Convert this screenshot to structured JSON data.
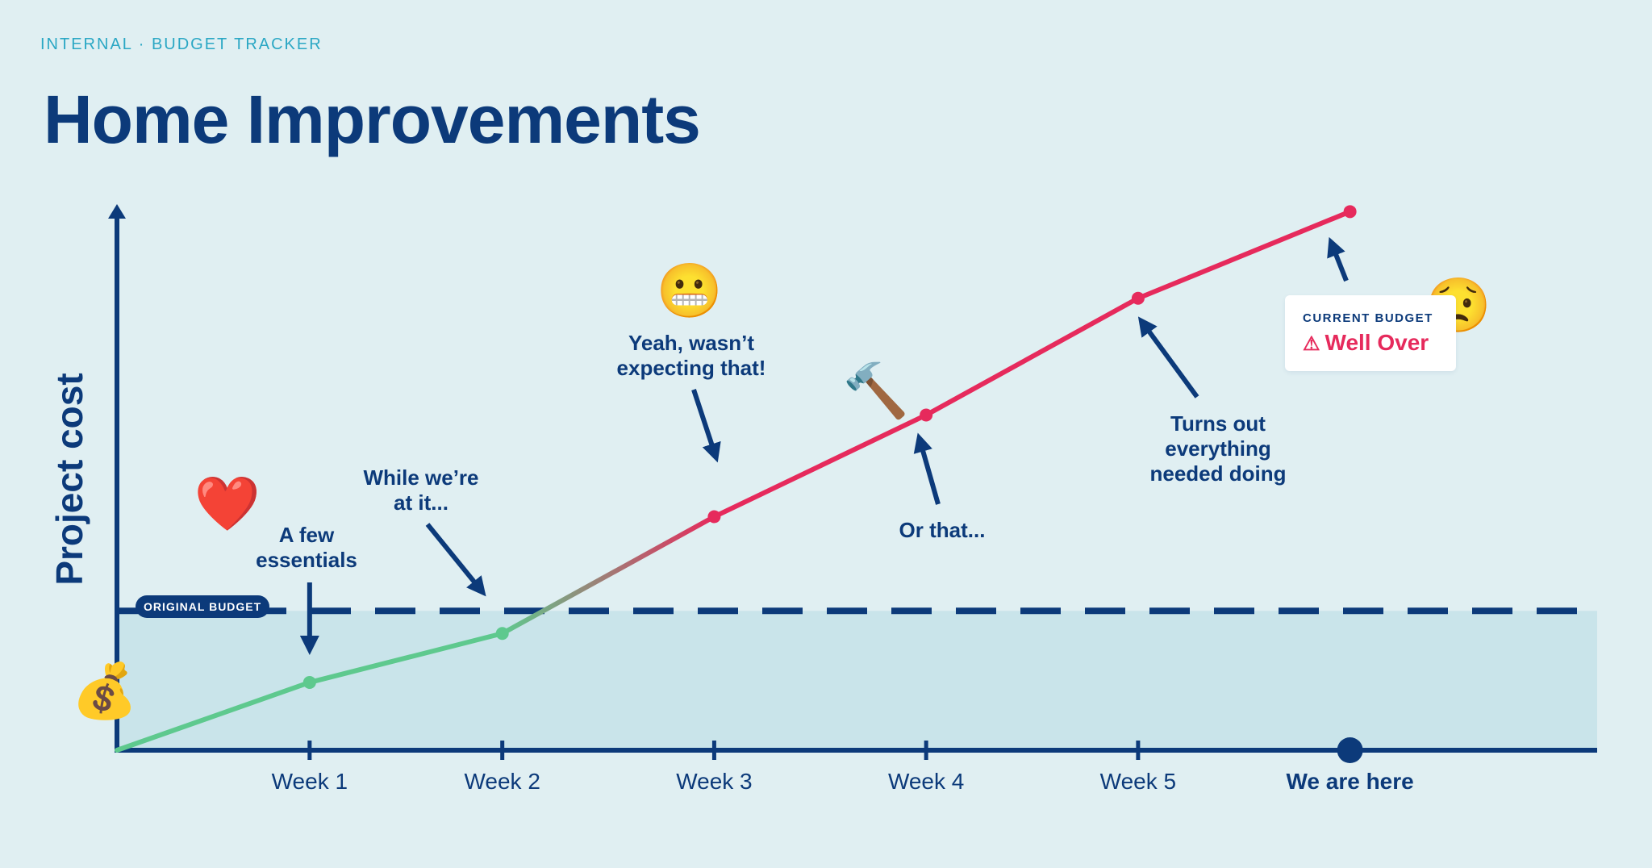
{
  "header": {
    "tag": "INTERNAL · BUDGET TRACKER",
    "title": "Home Improvements"
  },
  "colors": {
    "under_budget": "#5ec98e",
    "over_budget": "#e62a5c",
    "axis": "#0c3a7a",
    "budget_area": "#c9e4ea",
    "background": "#e0eff2"
  },
  "icons": {
    "money": "money-bag-icon",
    "heart": "heart-icon",
    "grimace": "grimacing-face-icon",
    "hammer": "hammer-icon",
    "worried": "worried-face-icon",
    "warning": "warning-icon"
  },
  "budget_chip": "ORIGINAL BUDGET",
  "current_budget": {
    "label": "CURRENT BUDGET",
    "value": "Well Over"
  },
  "annotations": {
    "week1": "A few\nessentials",
    "week2": "While we’re\nat it...",
    "week3": "Yeah, wasn’t\nexpecting that!",
    "week4": "Or that...",
    "week5": "Turns out\neverything\nneeded doing"
  },
  "chart_data": {
    "type": "line",
    "title": "Home Improvements",
    "xlabel": "",
    "ylabel": "Project cost",
    "categories": [
      "",
      "Week 1",
      "Week 2",
      "Week 3",
      "Week 4",
      "Week 5",
      "We are here"
    ],
    "x": [
      0,
      1,
      2,
      3.1,
      4.2,
      5.3,
      6.4
    ],
    "values": [
      0,
      0.18,
      0.31,
      0.62,
      0.89,
      1.2,
      1.43
    ],
    "original_budget": 0.37,
    "ylim": [
      0,
      1.45
    ],
    "xlim": [
      0,
      7.8
    ],
    "grid": false
  }
}
